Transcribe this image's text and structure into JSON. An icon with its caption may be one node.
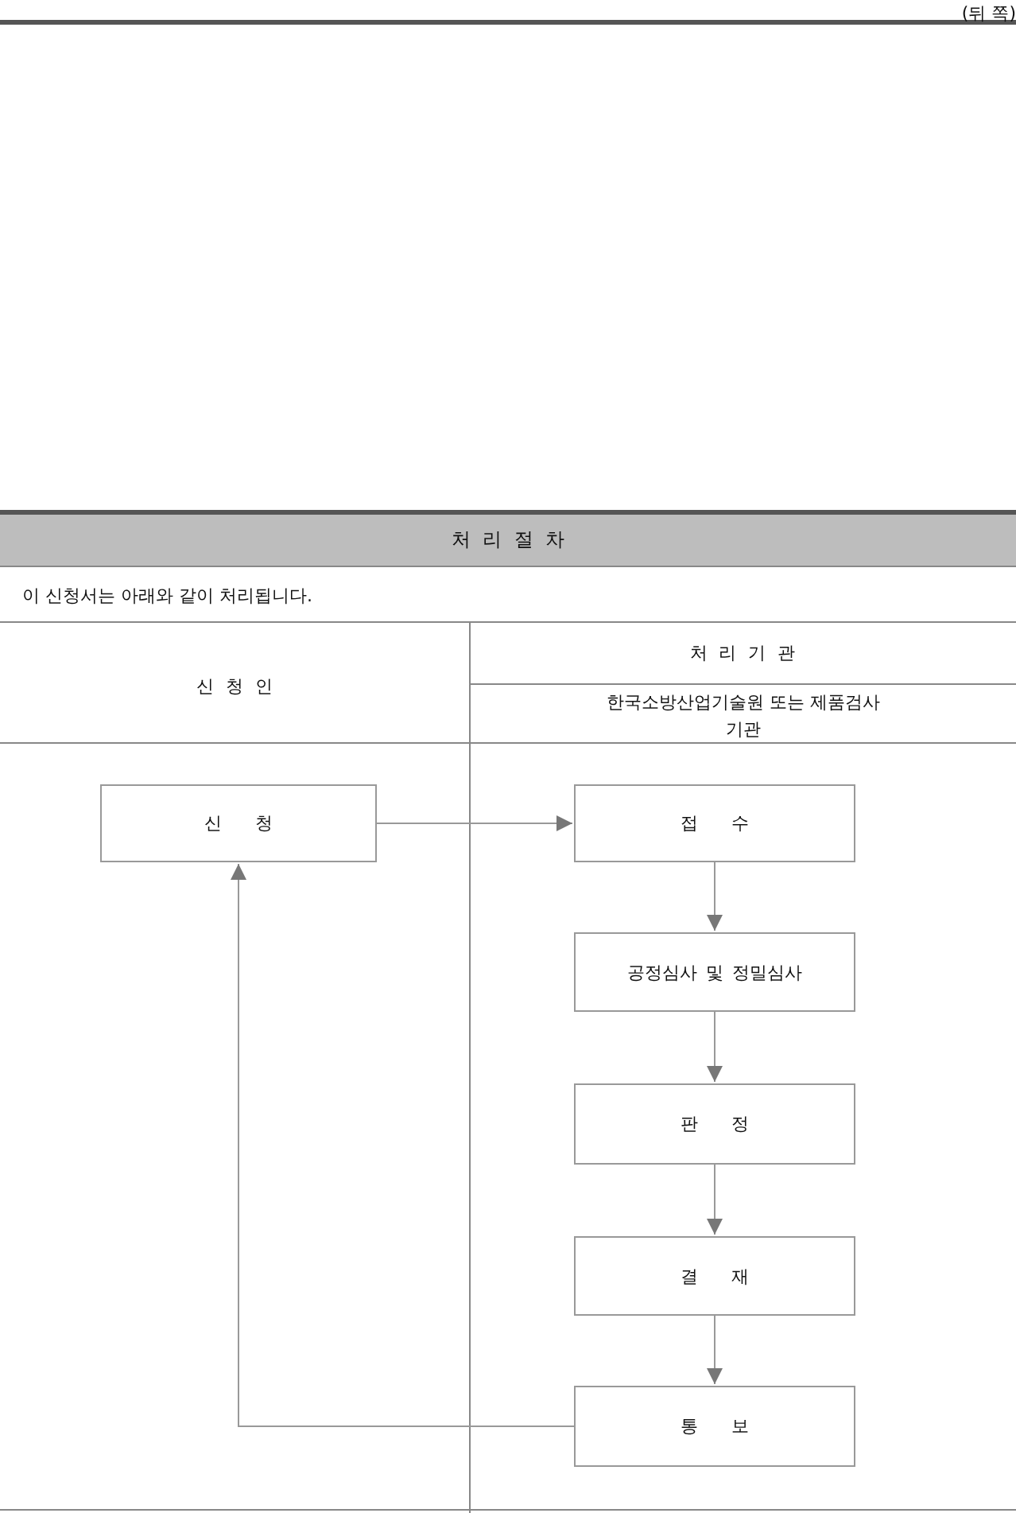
{
  "diagram": {
    "title": "처 리 절 차",
    "nodes": [
      {
        "text": [
          "신 청"
        ]
      },
      {
        "text": [
          "접 수"
        ]
      },
      {
        "text": [
          "공정심사 및 정밀심사"
        ]
      },
      {
        "text": [
          "판 정"
        ]
      },
      {
        "text": [
          "결 재"
        ]
      },
      {
        "text": [
          "통 보"
        ]
      }
    ],
    "edges": [
      {
        "from": 0,
        "to": 1,
        "arrow": "to"
      },
      {
        "from": 1,
        "to": 2,
        "arrow": "to"
      },
      {
        "from": 2,
        "to": 3,
        "arrow": "to"
      },
      {
        "from": 3,
        "to": 4,
        "arrow": "to"
      },
      {
        "from": 4,
        "to": 5,
        "arrow": "to"
      },
      {
        "from": 5,
        "to": 0,
        "arrow": "to"
      }
    ],
    "labels": [
      "(뒤 쪽)",
      "이 신청서는 아래와 같이 처리됩니다.",
      "신 청 인",
      "처 리 기 관",
      "한국소방산업기술원 또는 제품검사 기관"
    ]
  }
}
